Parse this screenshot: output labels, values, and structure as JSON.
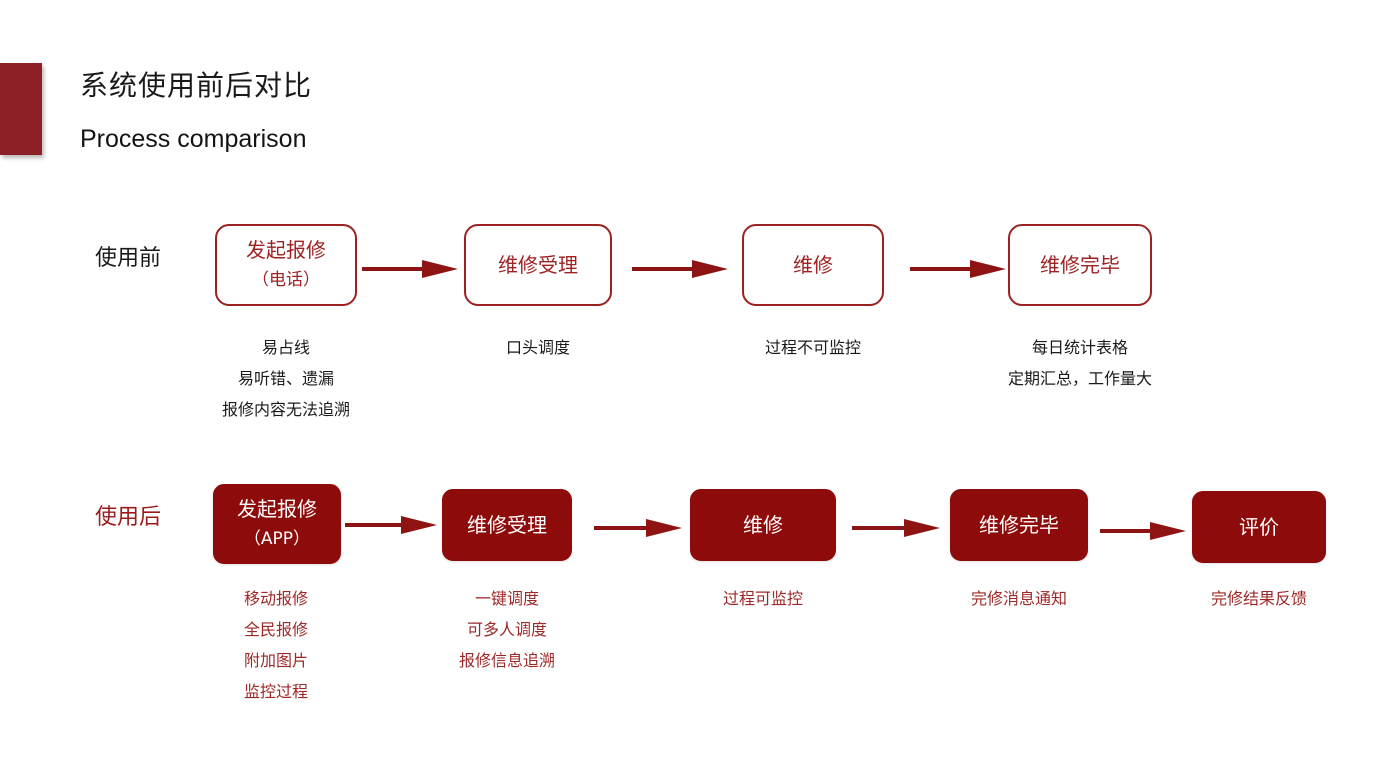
{
  "header": {
    "title_cn": "系统使用前后对比",
    "title_en": "Process comparison",
    "accent_color": "#8C2026"
  },
  "colors": {
    "outline_border": "#9C2222",
    "outline_text": "#9E2222",
    "filled_bg": "#8E0B0B",
    "filled_text": "#FFFFFF",
    "arrow": "#8E1414",
    "caption_dark": "#1A1A1A",
    "caption_red": "#9E2828"
  },
  "rows": [
    {
      "label": "使用前",
      "label_color": "#1A1A1A",
      "style": "outline",
      "nodes": [
        {
          "line1": "发起报修",
          "line2": "（电话）"
        },
        {
          "line1": "维修受理",
          "line2": ""
        },
        {
          "line1": "维修",
          "line2": ""
        },
        {
          "line1": "维修完毕",
          "line2": ""
        }
      ],
      "captions": [
        [
          "易占线",
          "易听错、遗漏",
          "报修内容无法追溯"
        ],
        [
          "口头调度"
        ],
        [
          "过程不可监控"
        ],
        [
          "每日统计表格",
          "定期汇总，工作量大"
        ]
      ]
    },
    {
      "label": "使用后",
      "label_color": "#9B1B1B",
      "style": "filled",
      "nodes": [
        {
          "line1": "发起报修",
          "line2": "（APP）"
        },
        {
          "line1": "维修受理",
          "line2": ""
        },
        {
          "line1": "维修",
          "line2": ""
        },
        {
          "line1": "维修完毕",
          "line2": ""
        },
        {
          "line1": "评价",
          "line2": ""
        }
      ],
      "captions": [
        [
          "移动报修",
          "全民报修",
          "附加图片",
          "监控过程"
        ],
        [
          "一键调度",
          "可多人调度",
          "报修信息追溯"
        ],
        [
          "过程可监控"
        ],
        [
          "完修消息通知"
        ],
        [
          "完修结果反馈"
        ]
      ]
    }
  ],
  "arrow_count_row1": 3,
  "arrow_count_row2": 4
}
